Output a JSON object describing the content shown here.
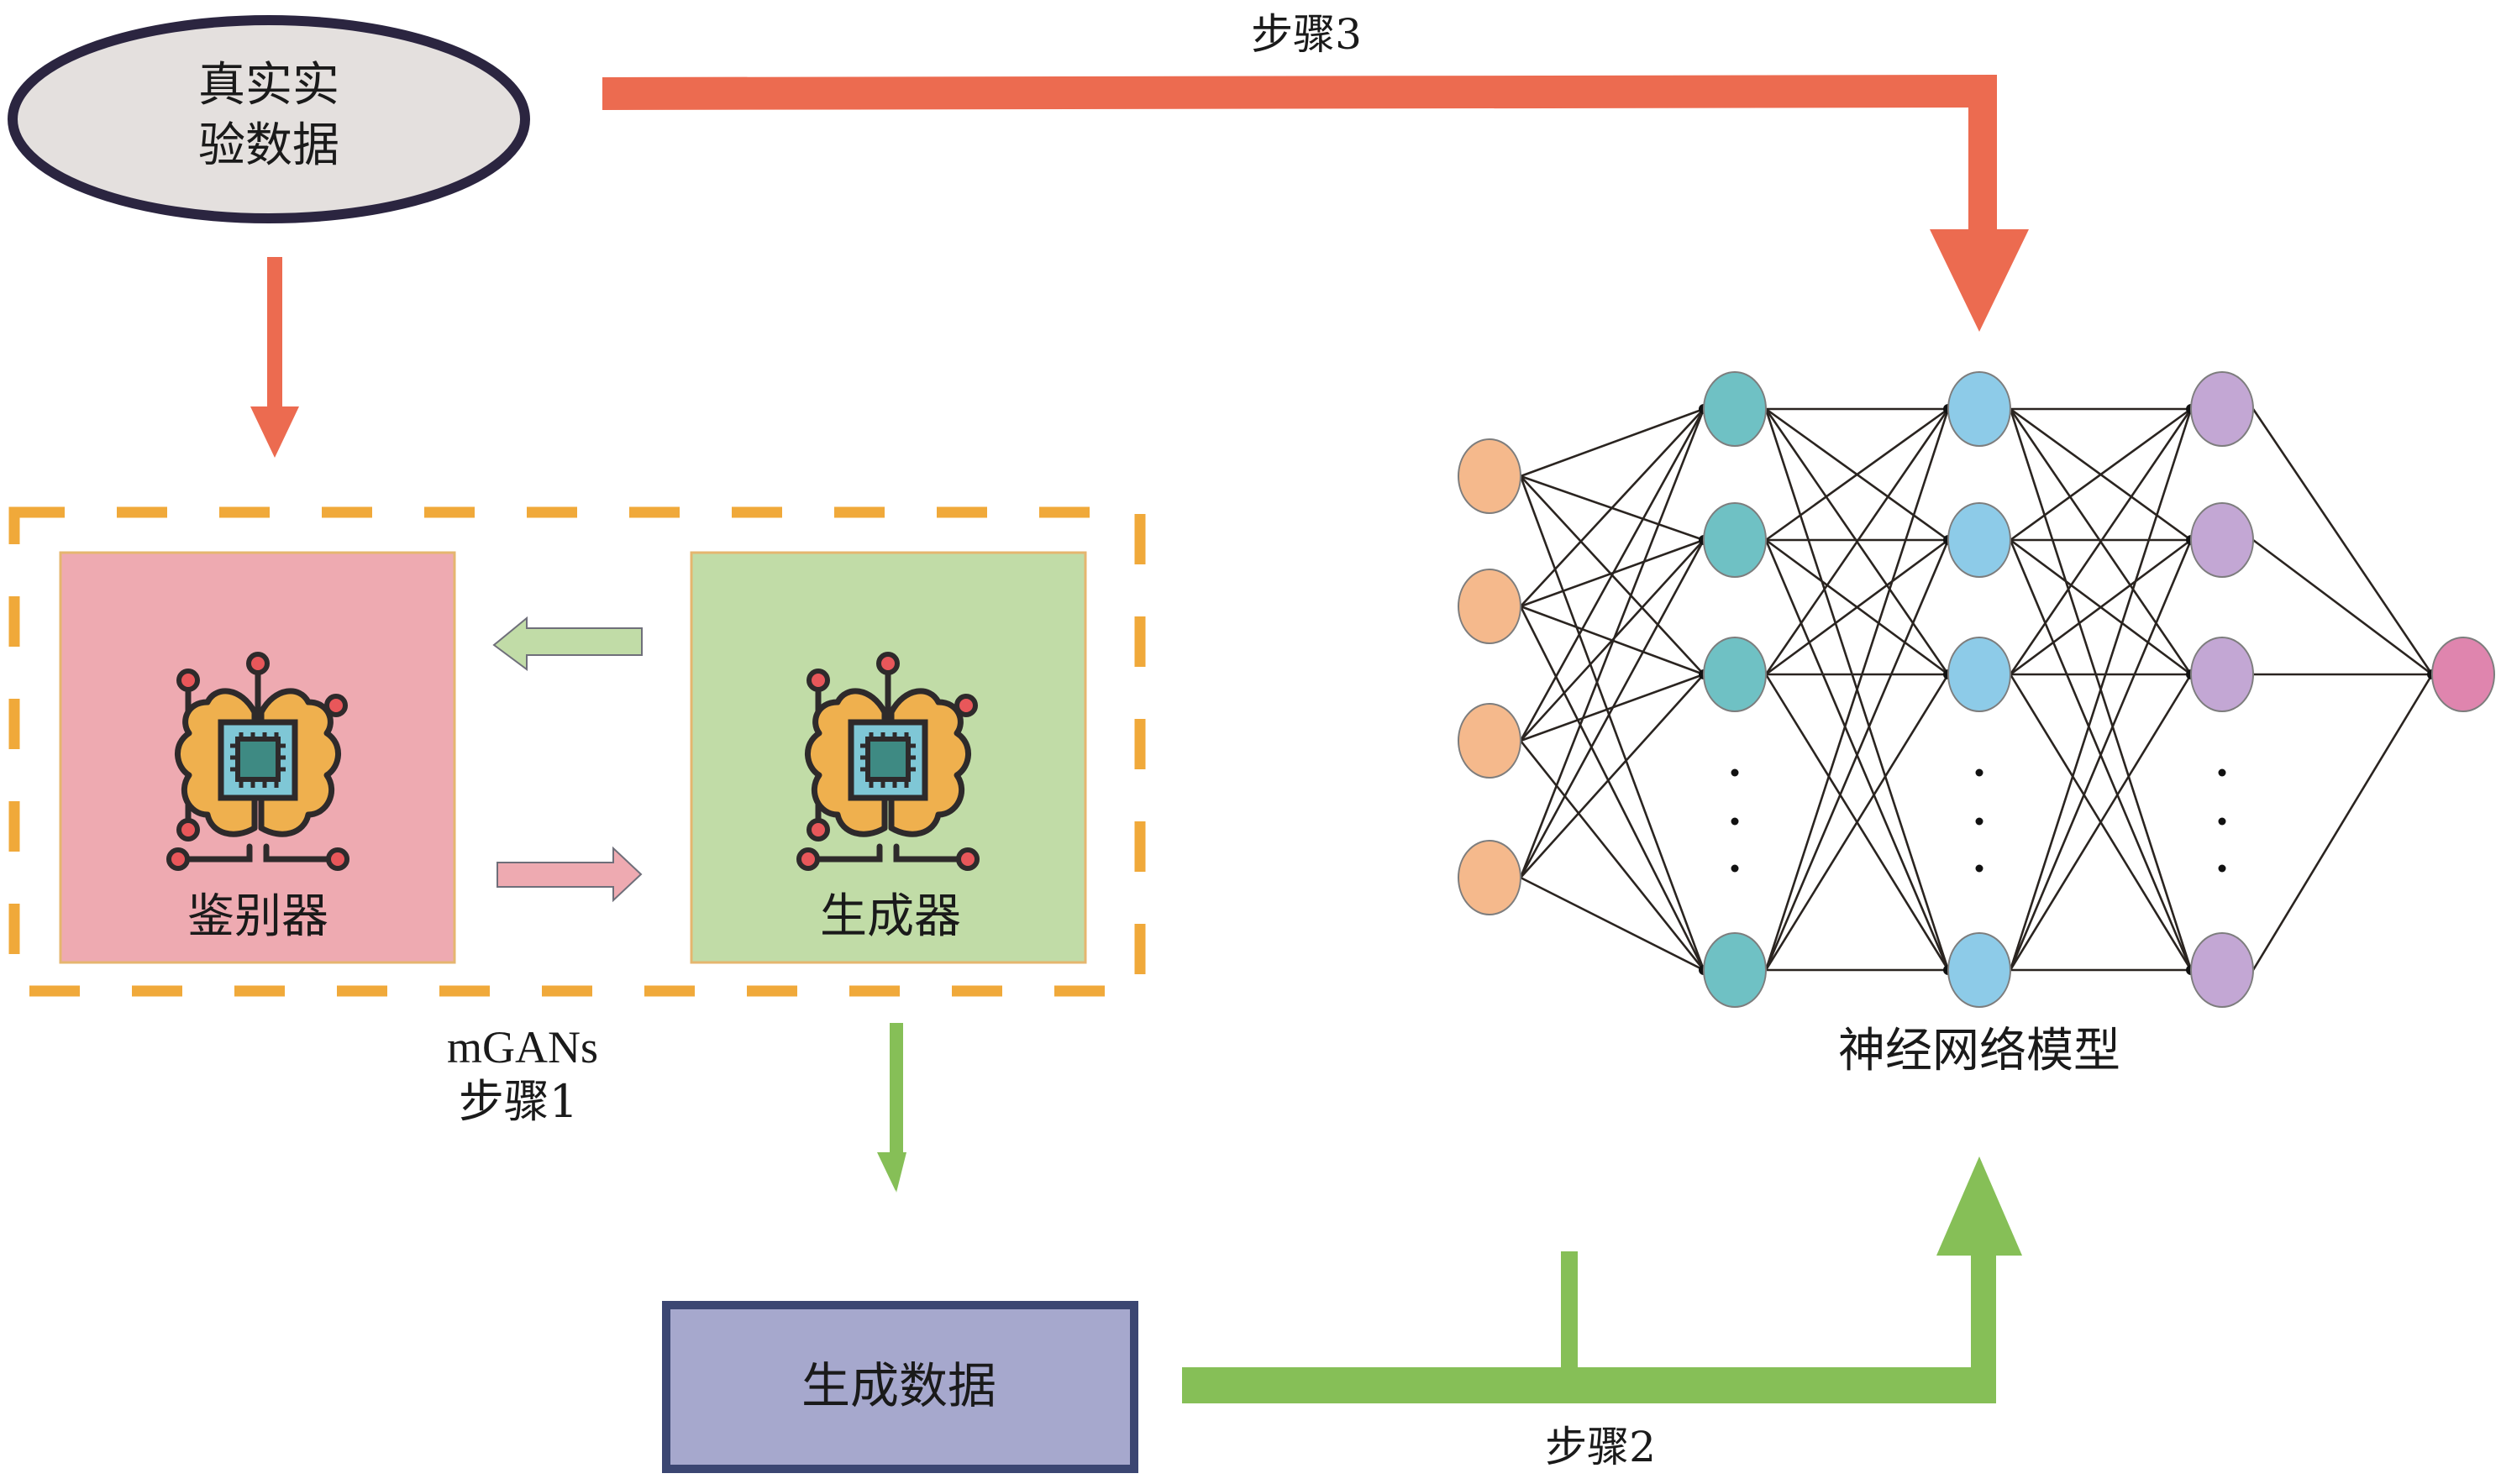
{
  "nodes": {
    "real_data": {
      "lines": [
        "真实实",
        "验数据"
      ]
    },
    "discriminator": {
      "label": "鉴别器"
    },
    "generator": {
      "label": "生成器"
    },
    "generated_data": {
      "label": "生成数据"
    },
    "mgans": {
      "label": "mGANs",
      "step": "步骤1"
    },
    "neural_network": {
      "label": "神经网络模型"
    }
  },
  "steps": {
    "step2": "步骤2",
    "step3": "步骤3"
  },
  "colors": {
    "red_arrow": "#ec6b50",
    "green_arrow": "#86bf57",
    "dashed_border": "#f0a93a",
    "discriminator_fill": "#eeaab1",
    "generator_fill": "#c1dca7",
    "generated_fill": "#a6a8cd",
    "generated_border": "#3b4672",
    "ellipse_fill": "#e4e0de",
    "ellipse_border": "#2b2540",
    "brain": "#efb04e",
    "chip_outer": "#7fc7d6",
    "chip_inner": "#3e8a83",
    "pin": "#e8575a"
  },
  "network": {
    "layers": [
      {
        "name": "input",
        "nodes": 4,
        "ellipsis": false,
        "color": "#f5b98c"
      },
      {
        "name": "hidden-1",
        "nodes": 4,
        "ellipsis": true,
        "color": "#6fc1c4"
      },
      {
        "name": "hidden-2",
        "nodes": 4,
        "ellipsis": true,
        "color": "#8dcbe8"
      },
      {
        "name": "hidden-3",
        "nodes": 4,
        "ellipsis": true,
        "color": "#c3a7d4"
      },
      {
        "name": "output",
        "nodes": 1,
        "ellipsis": false,
        "color": "#df85ae"
      }
    ]
  }
}
